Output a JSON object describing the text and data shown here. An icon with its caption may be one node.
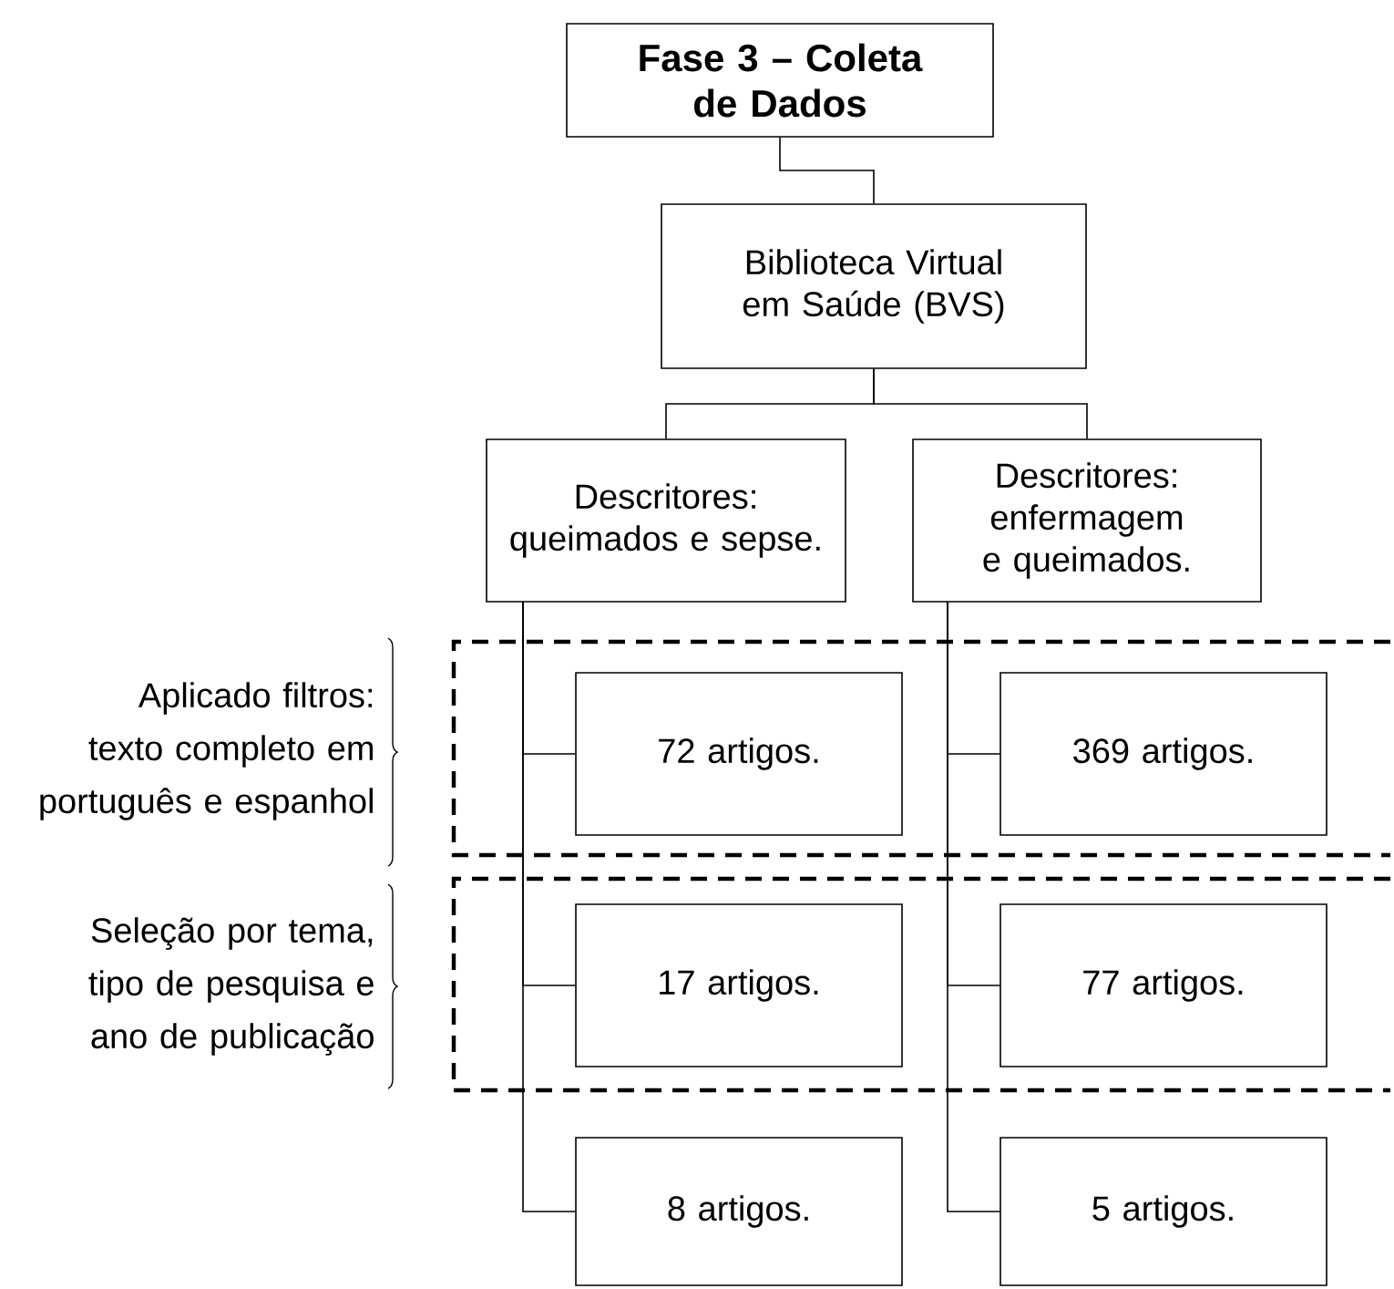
{
  "diagram": {
    "nodes": [
      {
        "text": [
          "Fase 3 – Coleta de Dados"
        ]
      },
      {
        "text": [
          "Biblioteca Virtual em Saúde (BVS)"
        ]
      },
      {
        "text": [
          "Descritores: queimados e sepse."
        ]
      },
      {
        "text": [
          "Descritores: enfermagem e queimados."
        ]
      },
      {
        "text": [
          "72 artigos."
        ]
      },
      {
        "text": [
          "369 artigos."
        ]
      },
      {
        "text": [
          "17 artigos."
        ]
      },
      {
        "text": [
          "77 artigos."
        ]
      },
      {
        "text": [
          "8 artigos."
        ]
      },
      {
        "text": [
          "5 artigos."
        ]
      }
    ],
    "edges": [
      {
        "from": 0,
        "to": 1,
        "arrow": "none"
      },
      {
        "from": 1,
        "to": 2,
        "arrow": "none"
      },
      {
        "from": 1,
        "to": 3,
        "arrow": "none"
      },
      {
        "from": 2,
        "to": 4,
        "arrow": "none"
      },
      {
        "from": 2,
        "to": 6,
        "arrow": "none"
      },
      {
        "from": 2,
        "to": 8,
        "arrow": "none"
      },
      {
        "from": 3,
        "to": 5,
        "arrow": "none"
      },
      {
        "from": 3,
        "to": 7,
        "arrow": "none"
      },
      {
        "from": 3,
        "to": 9,
        "arrow": "none"
      }
    ],
    "labels": [
      "Aplicado filtros: texto completo em português e espanhol",
      "Seleção por tema, tipo de pesquisa e ano de publicação"
    ]
  }
}
